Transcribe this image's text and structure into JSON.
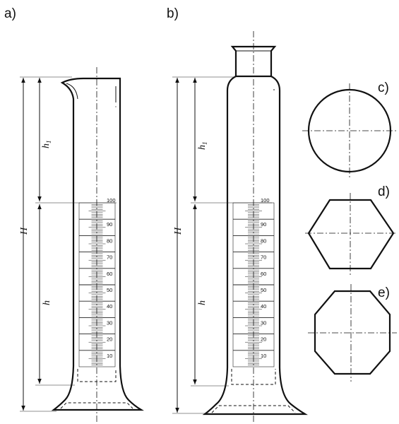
{
  "figure": {
    "panel_labels": {
      "a": "a)",
      "b": "b)",
      "c": "c)",
      "d": "d)",
      "e": "e)"
    },
    "dimensions": {
      "total_height": "H",
      "graduated_height": "h",
      "upper_height_base": "h",
      "upper_height_sub": "1"
    },
    "scale_labels": [
      "100",
      "90",
      "80",
      "70",
      "60",
      "50",
      "40",
      "30",
      "20",
      "10"
    ],
    "cross_sections": [
      "circle",
      "hexagon",
      "octagon"
    ]
  }
}
